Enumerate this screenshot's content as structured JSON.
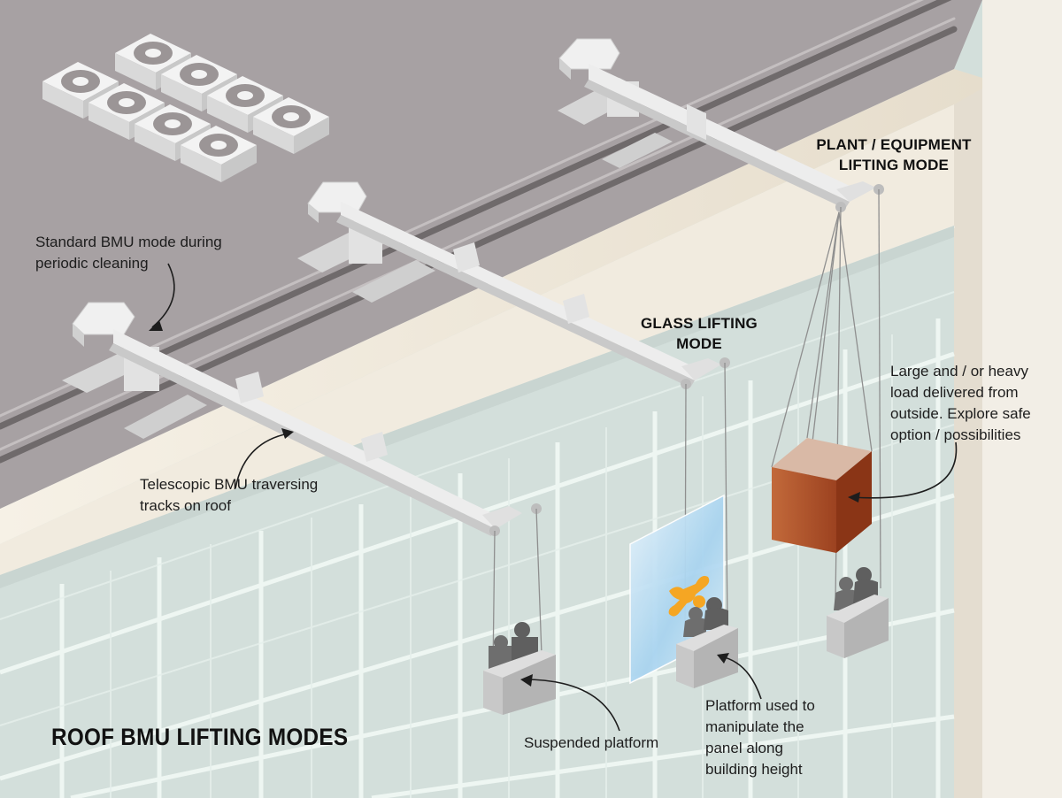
{
  "title": "ROOF BMU LIFTING MODES",
  "headings": {
    "glass_mode": "GLASS LIFTING\nMODE",
    "plant_mode": "PLANT / EQUIPMENT\nLIFTING MODE"
  },
  "callouts": {
    "standard_mode": "Standard BMU mode during\nperiodic cleaning",
    "telescopic": "Telescopic BMU traversing\ntracks on roof",
    "heavy_load": "Large and / or heavy\nload delivered from\noutside. Explore safe\noption / possibilities",
    "suspended": "Suspended platform",
    "platform_panel": "Platform used to\nmanipulate the\npanel along\nbuilding height"
  },
  "colors": {
    "roof": "#a7a1a3",
    "parapet": "#efe9dc",
    "glass": "#cfdcd8",
    "mullion": "#eef6f2",
    "machine": "#ebebeb",
    "load": "#a84a22",
    "vacuum_lifter": "#f5a623",
    "glass_panel": "#9ccbea",
    "workers": "#666666"
  }
}
